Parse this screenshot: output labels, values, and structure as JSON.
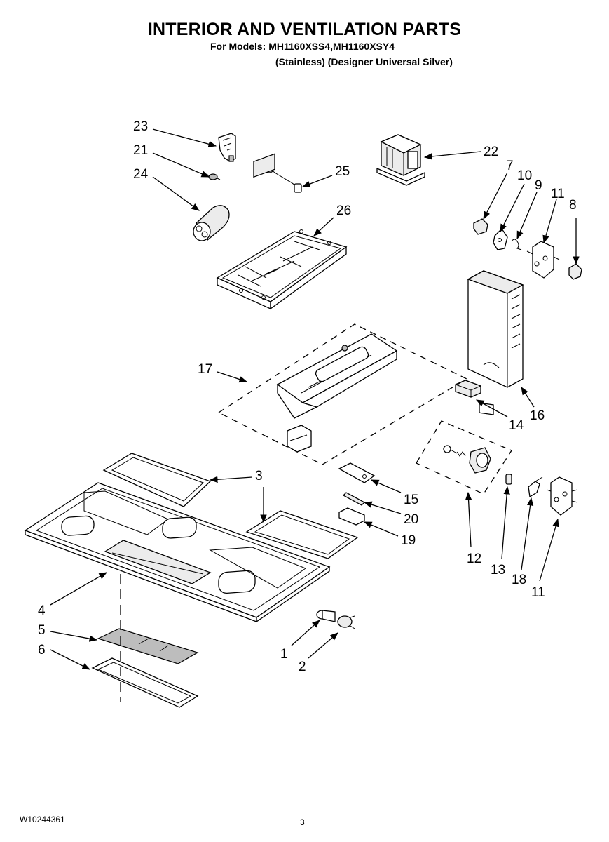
{
  "header": {
    "title": "INTERIOR AND VENTILATION PARTS",
    "models_line": "For Models: MH1160XSS4,MH1160XSY4",
    "variants_line": "(Stainless)   (Designer Universal Silver)"
  },
  "footer": {
    "doc_number": "W10244361",
    "page_number": "3"
  },
  "callouts": {
    "c1": "1",
    "c2": "2",
    "c3a": "3",
    "c4": "4",
    "c5": "5",
    "c6": "6",
    "c7": "7",
    "c8": "8",
    "c9": "9",
    "c10": "10",
    "c11a": "11",
    "c11b": "11",
    "c12": "12",
    "c13": "13",
    "c14": "14",
    "c15": "15",
    "c16": "16",
    "c17": "17",
    "c18": "18",
    "c19": "19",
    "c20": "20",
    "c21": "21",
    "c22": "22",
    "c23": "23",
    "c24": "24",
    "c25": "25",
    "c26": "26"
  }
}
